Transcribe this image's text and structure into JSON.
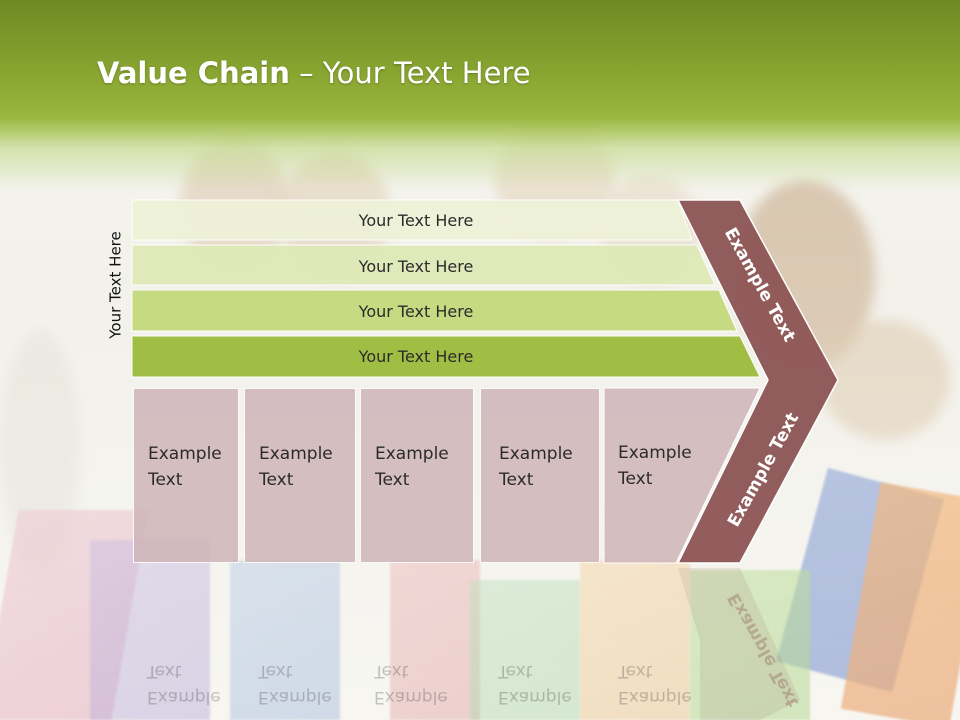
{
  "title": {
    "bold": "Value Chain",
    "rest": " – Your Text Here"
  },
  "side_label": "Your Text Here",
  "rows": [
    {
      "label": "Your Text Here",
      "color": "#eef2d8"
    },
    {
      "label": "Your Text Here",
      "color": "#dfe9b8"
    },
    {
      "label": "Your Text Here",
      "color": "#c4d97c"
    },
    {
      "label": "Your Text Here",
      "color": "#9cbc3c"
    }
  ],
  "boxes": [
    {
      "line1": "Example",
      "line2": "Text"
    },
    {
      "line1": "Example",
      "line2": "Text"
    },
    {
      "line1": "Example",
      "line2": "Text"
    },
    {
      "line1": "Example",
      "line2": "Text"
    },
    {
      "line1": "Example",
      "line2": "Text"
    }
  ],
  "chevron": {
    "top_text": "Example Text",
    "bottom_text": "Example Text",
    "color": "#8e5757"
  },
  "colors": {
    "header_green": "#86a22f",
    "box_fill": "#d0b6ba"
  }
}
